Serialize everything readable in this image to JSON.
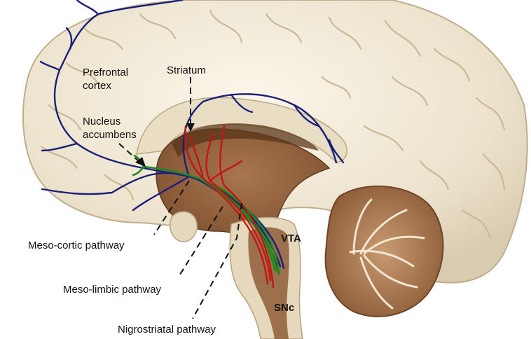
{
  "labels": {
    "prefrontal_cortex": "Prefrontal\ncortex",
    "striatum": "Striatum",
    "nucleus_accumbens": "Nucleus\naccumbens",
    "meso_cortic_pathway": "Meso-cortic pathway",
    "meso_limbic_pathway": "Meso-limbic pathway",
    "nigrostriatal_pathway": "Nigrostriatal pathway",
    "vta": "VTA",
    "snc": "SNc"
  },
  "colors": {
    "meso_cortic": "#1a1f7a",
    "meso_limbic": "#1f8a1f",
    "nigrostriatal": "#c41414",
    "cortex": "#efe6d2",
    "tissue": "#9b6a45",
    "tissue_dark": "#6e4427"
  }
}
